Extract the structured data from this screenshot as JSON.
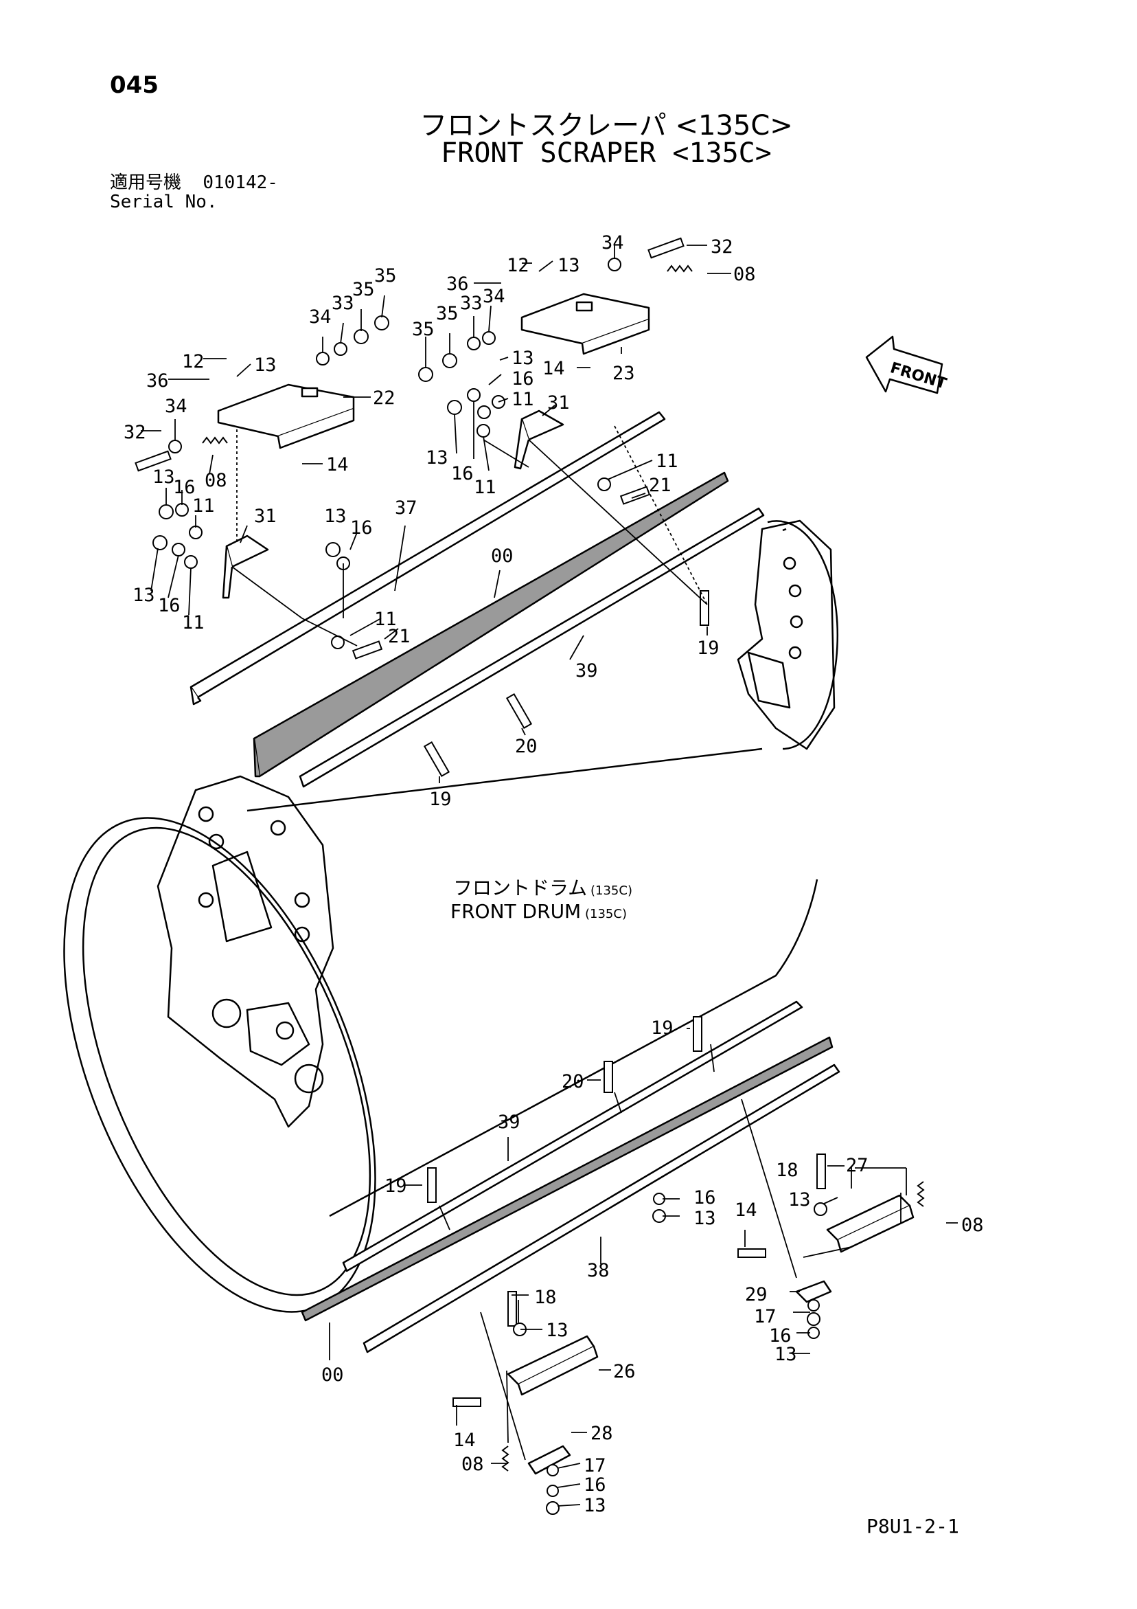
{
  "header": {
    "page_number": "045",
    "title_jp": "フロントスクレーパ <135C>",
    "title_en": "FRONT SCRAPER <135C>",
    "serial_label_jp": "適用号機",
    "serial_value": "010142-",
    "serial_label_en": "Serial No."
  },
  "front_indicator": "FRONT",
  "drum_label": {
    "jp": "フロントドラム",
    "en": "FRONT DRUM",
    "model": "(135C)"
  },
  "callouts": {
    "c1": "35",
    "c2": "35",
    "c3": "33",
    "c4": "34",
    "c5": "12",
    "c6": "13",
    "c7": "36",
    "c8": "34",
    "c9": "22",
    "c10": "32",
    "c11": "08",
    "c12": "14",
    "c13": "13",
    "c14": "16",
    "c15": "11",
    "c16": "31",
    "c17": "13",
    "c18": "16",
    "c19": "11",
    "c20": "13",
    "c21": "16",
    "c22": "34",
    "c23": "32",
    "c24": "12",
    "c25": "13",
    "c26": "36",
    "c27": "08",
    "c28": "34",
    "c29": "33",
    "c30": "35",
    "c31": "35",
    "c32": "13",
    "c33": "16",
    "c34": "11",
    "c35": "31",
    "c36": "14",
    "c37": "23",
    "c38": "13",
    "c39": "16",
    "c40": "11",
    "c41": "11",
    "c42": "21",
    "c43": "37",
    "c44": "00",
    "c45": "11",
    "c46": "21",
    "c47": "19",
    "c48": "39",
    "c49": "20",
    "c50": "19",
    "c51": "19",
    "c52": "20",
    "c53": "39",
    "c54": "19",
    "c55": "38",
    "c56": "00",
    "c57": "16",
    "c58": "13",
    "c59": "18",
    "c60": "27",
    "c61": "13",
    "c62": "14",
    "c63": "08",
    "c64": "29",
    "c65": "17",
    "c66": "16",
    "c67": "13",
    "c68": "18",
    "c69": "13",
    "c70": "26",
    "c71": "14",
    "c72": "28",
    "c73": "08",
    "c74": "17",
    "c75": "16",
    "c76": "13"
  },
  "footer": {
    "code": "P8U1-2-1"
  }
}
